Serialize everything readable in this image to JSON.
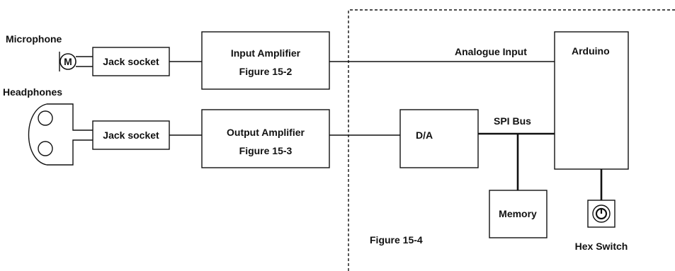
{
  "labels": {
    "microphone": "Microphone",
    "headphones": "Headphones",
    "mic_symbol": "M",
    "jack_socket_in": "Jack socket",
    "jack_socket_out": "Jack socket",
    "input_amp_title": "Input Amplifier",
    "input_amp_figure": "Figure 15-2",
    "output_amp_title": "Output Amplifier",
    "output_amp_figure": "Figure 15-3",
    "analogue_input": "Analogue Input",
    "arduino": "Arduino",
    "da": "D/A",
    "spi_bus": "SPI Bus",
    "memory": "Memory",
    "hex_switch": "Hex Switch",
    "figure_15_4": "Figure 15-4"
  }
}
